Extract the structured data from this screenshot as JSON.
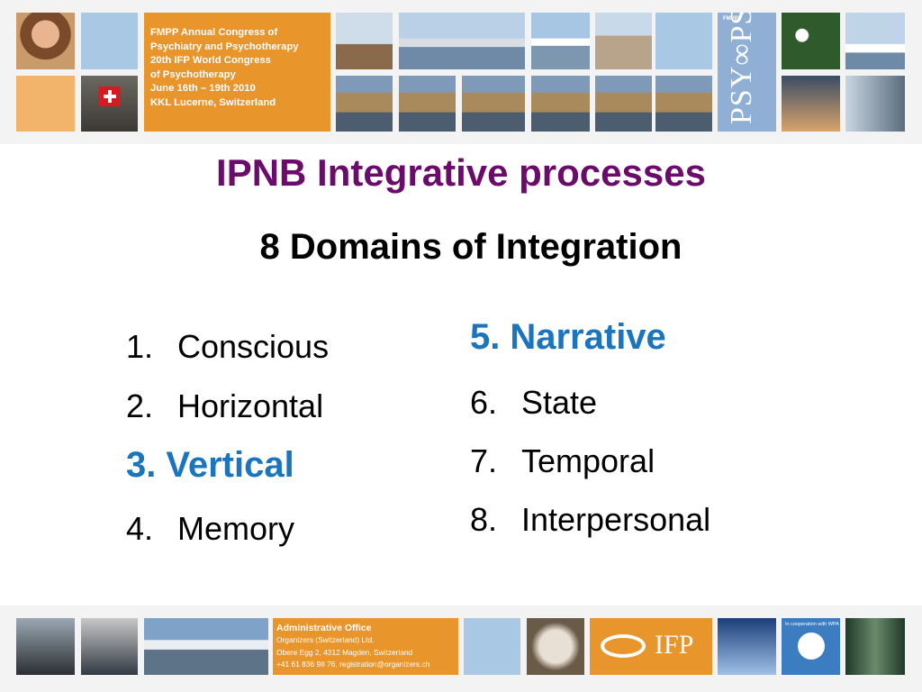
{
  "header": {
    "congress_lines": [
      "FMPP Annual Congress of",
      "Psychiatry and Psychotherapy",
      "20th IFP World Congress",
      "of Psychotherapy",
      "June 16th – 19th 2010",
      "KKL Lucerne, Switzerland"
    ],
    "fmpp_label": "FMPP",
    "psy_logo": "PSY∞PSY"
  },
  "slide": {
    "title": "IPNB Integrative processes",
    "subtitle": "8 Domains of Integration",
    "left_items": [
      {
        "num": "1.",
        "label": "Conscious"
      },
      {
        "num": "2.",
        "label": "Horizontal"
      },
      {
        "num": "3.",
        "label": "Vertical"
      },
      {
        "num": "4.",
        "label": "Memory"
      }
    ],
    "right_items": [
      {
        "num": "5.",
        "label": "Narrative"
      },
      {
        "num": "6.",
        "label": "State"
      },
      {
        "num": "7.",
        "label": "Temporal"
      },
      {
        "num": "8.",
        "label": "Interpersonal"
      }
    ],
    "highlight_color": "#1a74be",
    "title_color": "#6b0b6b"
  },
  "footer": {
    "admin_lines": [
      "Administrative Office",
      "Organizers (Switzerland) Ltd.",
      "Obere Egg 2, 4312 Magden, Switzerland",
      "+41 61 836 98 76, registration@organizers.ch"
    ],
    "ifp_logo_text": "IFP",
    "wpa_label": "In cooperation with WPA"
  }
}
